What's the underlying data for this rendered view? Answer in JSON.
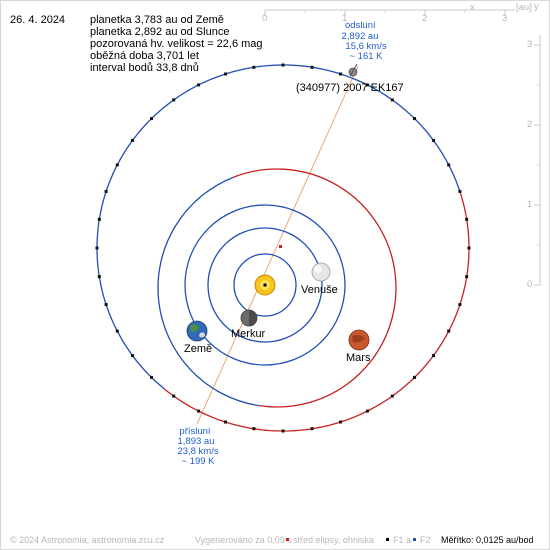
{
  "date": "26. 4. 2024",
  "info": {
    "line1": "planetka 3,783 au od Země",
    "line2": "planetka 2,892 au od Slunce",
    "line3": "pozorovaná hv. velikost = 22,6 mag",
    "line4": "oběžná doba 3,701 let",
    "line5": "interval bodů 33,8 dnů"
  },
  "axes": {
    "top_ticks": [
      "0",
      "1",
      "2",
      "3"
    ],
    "top_var": "x",
    "unit": "[au]",
    "right_ticks": [
      "3",
      "2",
      "1",
      "0"
    ],
    "right_var": "y"
  },
  "asteroid": {
    "name": "(340977) 2007 EK167"
  },
  "aphelion": {
    "title": "odsluní",
    "distance": "2,892 au",
    "speed": "15,6 km/s",
    "temperature": "~ 161 K"
  },
  "perihelion": {
    "title": "přísluní",
    "distance": "1,893 au",
    "speed": "23,8 km/s",
    "temperature": "~ 199 K"
  },
  "planets": {
    "mercury": "Merkur",
    "venus": "Venuše",
    "earth": "Země",
    "mars": "Mars"
  },
  "footer": {
    "copyright": "© 2024 Astronomia, astronomia.zcu.cz",
    "generated": "Vygenerováno za 0,09 s",
    "center_label": "střed elipsy, ohniska",
    "f1": "F1 a",
    "f2": "F2",
    "scale": "Měřítko: 0,0125 au/bod"
  },
  "colors": {
    "orbit_blue": "#1f4fb5",
    "orbit_red": "#c62020",
    "label_blue": "#1f5fd0",
    "apsis_line": "#f0a57a"
  }
}
